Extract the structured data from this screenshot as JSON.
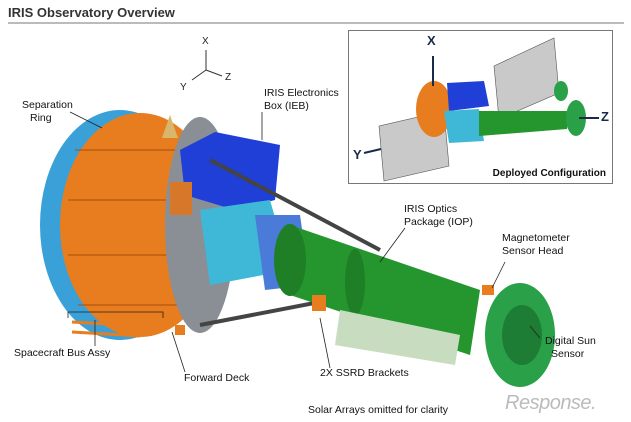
{
  "title": "IRIS Observatory Overview",
  "axes": {
    "x": "X",
    "y": "Y",
    "z": "Z"
  },
  "labels": {
    "separation_ring": [
      "Separation",
      "Ring"
    ],
    "ieb": [
      "IRIS Electronics",
      "Box (IEB)"
    ],
    "iop": [
      "IRIS Optics",
      "Package (IOP)"
    ],
    "magnetometer": [
      "Magnetometer",
      "Sensor Head"
    ],
    "sun_sensor": [
      "Digital Sun",
      "Sensor"
    ],
    "bus": "Spacecraft Bus Assy",
    "forward_deck": "Forward Deck",
    "ssrd": "2X SSRD Brackets",
    "note": "Solar Arrays omitted for clarity"
  },
  "inset": {
    "caption": "Deployed Configuration",
    "axes": {
      "x": "X",
      "y": "Y",
      "z": "Z"
    }
  },
  "watermark": "Response."
}
